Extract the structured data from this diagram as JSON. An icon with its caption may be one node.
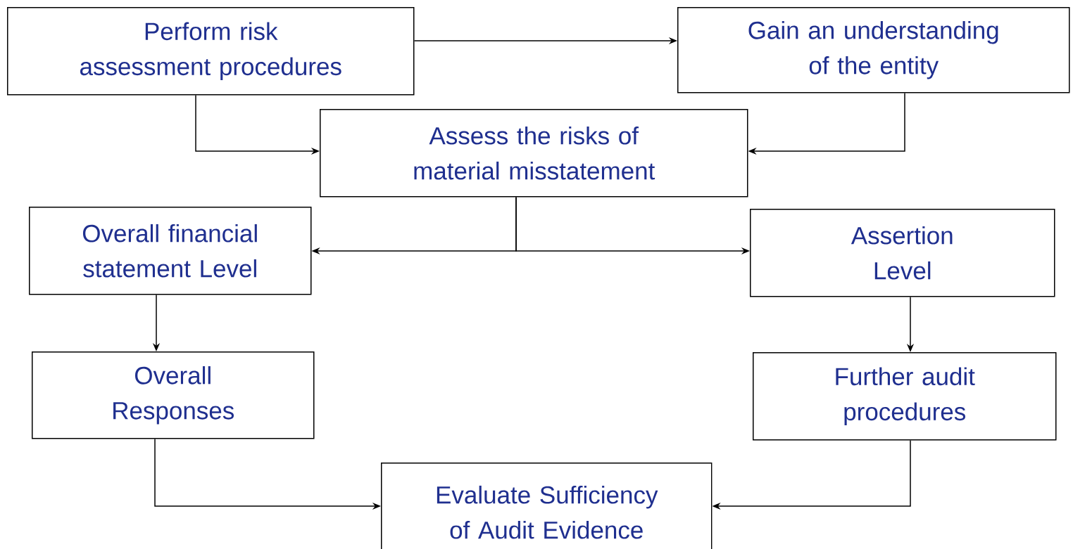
{
  "diagram": {
    "nodes": [
      {
        "text": [
          "Perform risk assessment procedures"
        ]
      },
      {
        "text": [
          "Gain an understanding of the entity"
        ]
      },
      {
        "text": [
          "Assess the risks of material misstatement"
        ]
      },
      {
        "text": [
          "Overall financial statement Level"
        ]
      },
      {
        "text": [
          "Assertion Level"
        ]
      },
      {
        "text": [
          "Overall Responses"
        ]
      },
      {
        "text": [
          "Further audit procedures"
        ]
      },
      {
        "text": [
          "Evaluate Sufficiency of Audit Evidence"
        ]
      }
    ],
    "edges": [
      {
        "from": 0,
        "to": 1,
        "arrow": "to"
      },
      {
        "from": 0,
        "to": 2,
        "arrow": "to"
      },
      {
        "from": 1,
        "to": 2,
        "arrow": "to"
      },
      {
        "from": 2,
        "to": 3,
        "arrow": "to"
      },
      {
        "from": 2,
        "to": 4,
        "arrow": "to"
      },
      {
        "from": 3,
        "to": 5,
        "arrow": "to"
      },
      {
        "from": 4,
        "to": 6,
        "arrow": "to"
      },
      {
        "from": 5,
        "to": 7,
        "arrow": "to"
      },
      {
        "from": 6,
        "to": 7,
        "arrow": "to"
      }
    ]
  }
}
